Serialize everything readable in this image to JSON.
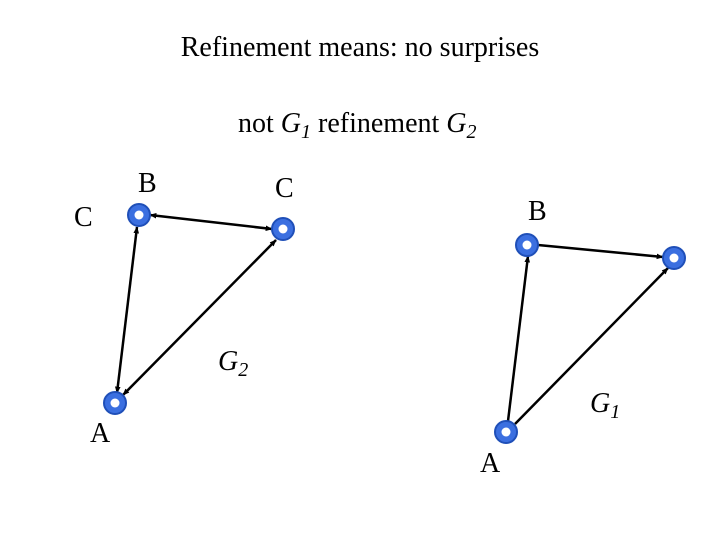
{
  "title": "Refinement means: no surprises",
  "subtitle": {
    "prefix": "not ",
    "g_left": "G",
    "g_left_sub": "1",
    "middle": " refinement ",
    "g_right": "G",
    "g_right_sub": "2"
  },
  "graphs": {
    "left": {
      "name": "G",
      "name_sub": "2",
      "nodes": {
        "b_label": "B",
        "c_label": "C",
        "c_side_label": "C",
        "a_label": "A"
      }
    },
    "right": {
      "name": "G",
      "name_sub": "1",
      "nodes": {
        "b_label": "B",
        "a_label": "A"
      }
    }
  },
  "colors": {
    "node_fill": "#3b6fe0",
    "node_stroke": "#1f4fb8",
    "node_center": "#ffffff",
    "edge": "#000000"
  }
}
